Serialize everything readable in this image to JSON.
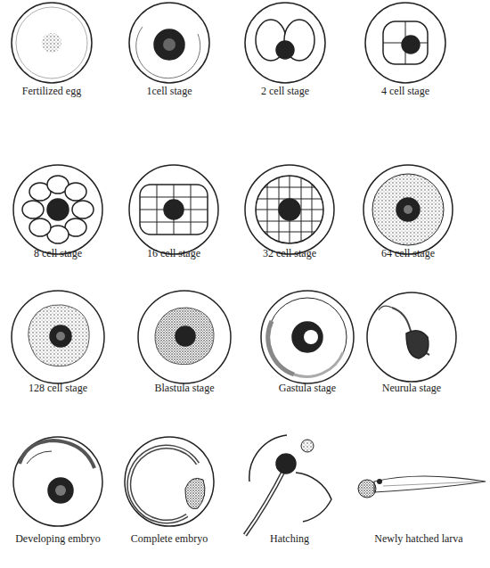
{
  "diagram": {
    "labels": [
      "Fertilized egg",
      "1cell stage",
      "2 cell stage",
      "4 cell stage",
      "8 cell stage",
      "16 cell stage",
      "32 cell stage",
      "64 cell stage",
      "128 cell stage",
      "Blastula stage",
      "Gastula stage",
      "Neurula stage",
      "Developing embryo",
      "Complete embryo",
      "Hatching",
      "Newly hatched larva"
    ]
  }
}
